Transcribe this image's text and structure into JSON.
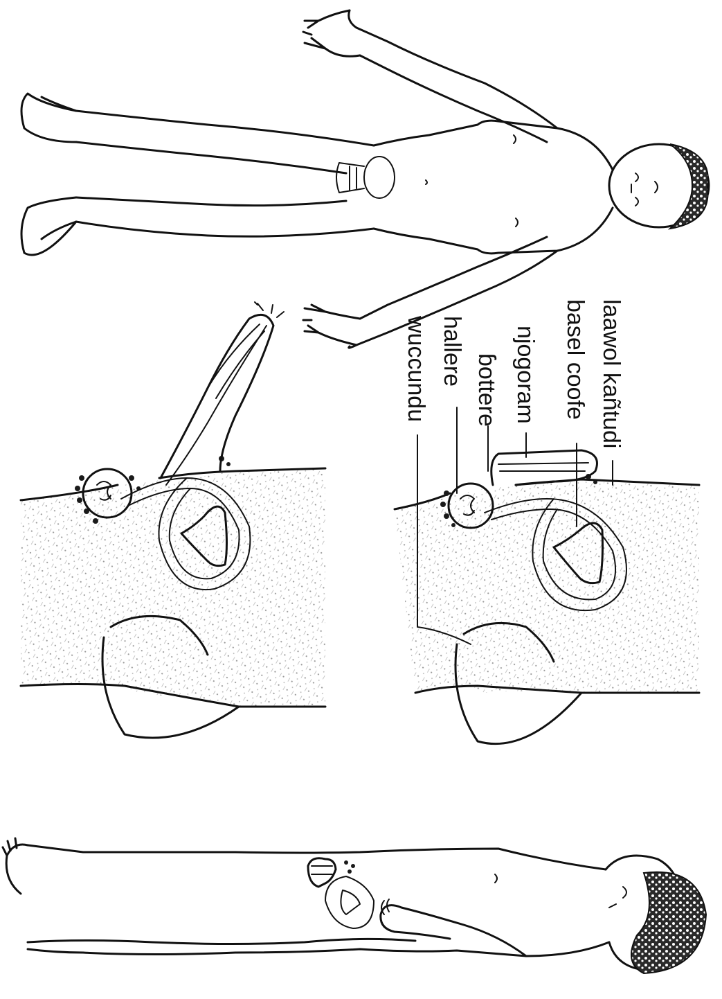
{
  "labels": {
    "l1": "laawol kañtudi",
    "l2": "basel coofe",
    "l3": "njogoram",
    "l4": "ɓottere",
    "l5": "hallere",
    "l6": "wuccundu"
  }
}
